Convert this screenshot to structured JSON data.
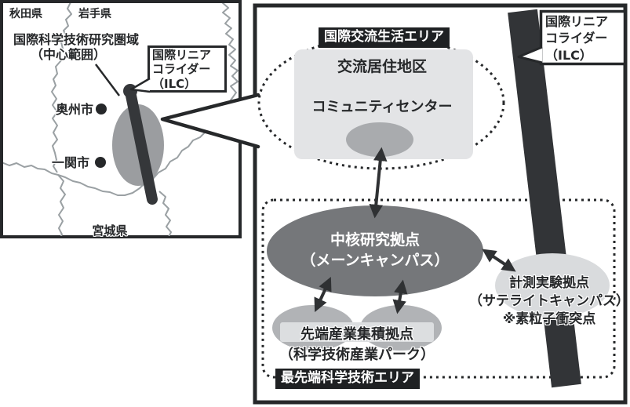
{
  "colors": {
    "ink": "#26282a",
    "prefecture_border": "#9aa0a3",
    "map_region_ellipse": "#9b9da0",
    "ilc_bar": "#35373a",
    "residence_rect": "#e3e4e6",
    "community_ellipse": "#a9abae",
    "core_ellipse": "#75777a",
    "satellite_ellipse": "#d9dbdd",
    "industry_ellipse": "#b1b3b6",
    "industry_band": "#dcdee0",
    "badge_bg": "#1f2123",
    "badge_text": "#ffffff"
  },
  "map": {
    "prefecture_akita": "秋田県",
    "prefecture_iwate": "岩手県",
    "prefecture_miyagi": "宮城県",
    "region_label_line1": "国際科学技術研究圏域",
    "region_label_line2": "（中心範囲）",
    "city_oshu": "奥州市",
    "city_ichinoseki": "一関市",
    "ilc_box_line1": "国際リニア",
    "ilc_box_line2": "コライダー",
    "ilc_box_line3": "（ILC）"
  },
  "panel": {
    "living_area_badge": "国際交流生活エリア",
    "residence_district": "交流居住地区",
    "community_center": "コミュニティセンター",
    "core_line1": "中核研究拠点",
    "core_line2": "（メーンキャンパス）",
    "satellite_line1": "計測実験拠点",
    "satellite_line2": "（サテライトキャンパス）",
    "satellite_line3": "※素粒子衝突点",
    "industry_line1": "先端産業集積拠点",
    "industry_line2": "（科学技術産業パーク）",
    "science_area_badge": "最先端科学技術エリア",
    "ilc_box_line1": "国際リニア",
    "ilc_box_line2": "コライダー",
    "ilc_box_line3": "（ILC）"
  }
}
